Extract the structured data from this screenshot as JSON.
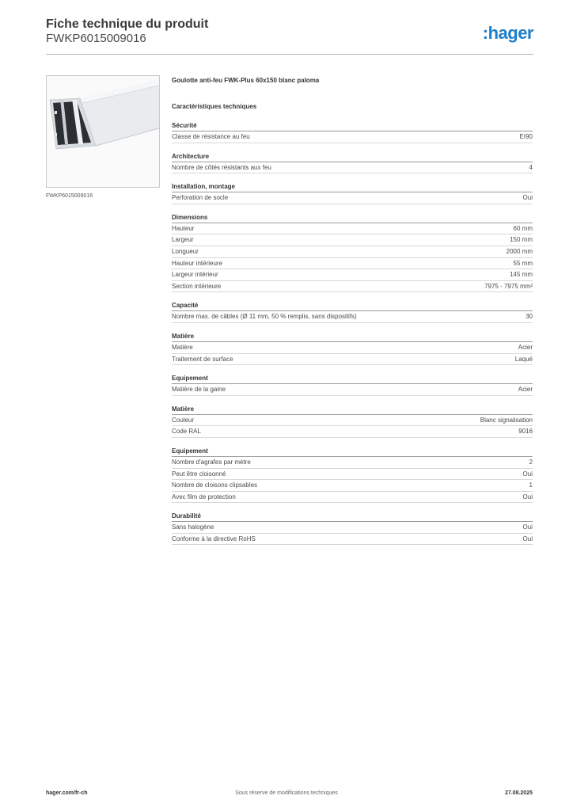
{
  "header": {
    "title": "Fiche technique du produit",
    "reference": "FWKP6015009016",
    "logo": ":hager"
  },
  "image": {
    "caption": "FWKP6015009016"
  },
  "product": {
    "name": "Goulotte anti-feu FWK-Plus 60x150 blanc paloma",
    "characteristics_title": "Caractéristiques techniques"
  },
  "sections": [
    {
      "title": "Sécurité",
      "rows": [
        {
          "label": "Classe de résistance au feu",
          "value": "EI90"
        }
      ]
    },
    {
      "title": "Architecture",
      "rows": [
        {
          "label": "Nombre de côtés résistants aux feu",
          "value": "4"
        }
      ]
    },
    {
      "title": "Installation, montage",
      "rows": [
        {
          "label": "Perforation de socle",
          "value": "Oui"
        }
      ]
    },
    {
      "title": "Dimensions",
      "rows": [
        {
          "label": "Hauteur",
          "value": "60 mm"
        },
        {
          "label": "Largeur",
          "value": "150 mm"
        },
        {
          "label": "Longueur",
          "value": "2000 mm"
        },
        {
          "label": "Hauteur intérieure",
          "value": "55 mm"
        },
        {
          "label": "Largeur intérieur",
          "value": "145 mm"
        },
        {
          "label": "Section intérieure",
          "value": "7975 - 7975 mm²"
        }
      ]
    },
    {
      "title": "Capacité",
      "rows": [
        {
          "label": "Nombre max. de câbles (Ø 11 mm, 50 % remplis, sans dispositifs)",
          "value": "30"
        }
      ]
    },
    {
      "title": "Matière",
      "rows": [
        {
          "label": "Matière",
          "value": "Acier"
        },
        {
          "label": "Traitement de surface",
          "value": "Laqué"
        }
      ]
    },
    {
      "title": "Equipement",
      "rows": [
        {
          "label": "Matière de la gaine",
          "value": "Acier"
        }
      ]
    },
    {
      "title": "Matière",
      "rows": [
        {
          "label": "Couleur",
          "value": "Blanc signalisation"
        },
        {
          "label": "Code RAL",
          "value": "9016"
        }
      ]
    },
    {
      "title": "Equipement",
      "rows": [
        {
          "label": "Nombre d'agrafes par mètre",
          "value": "2"
        },
        {
          "label": "Peut être cloisonné",
          "value": "Oui"
        },
        {
          "label": "Nombre de cloisons clipsables",
          "value": "1"
        },
        {
          "label": "Avec film de protection",
          "value": "Oui"
        }
      ]
    },
    {
      "title": "Durabilité",
      "rows": [
        {
          "label": "Sans halogène",
          "value": "Oui"
        },
        {
          "label": "Conforme à la directive RoHS",
          "value": "Oui"
        }
      ]
    }
  ],
  "footer": {
    "website": "hager.com/fr-ch",
    "notice": "Sous réserve de modifications techniques",
    "date": "27.08.2025"
  }
}
